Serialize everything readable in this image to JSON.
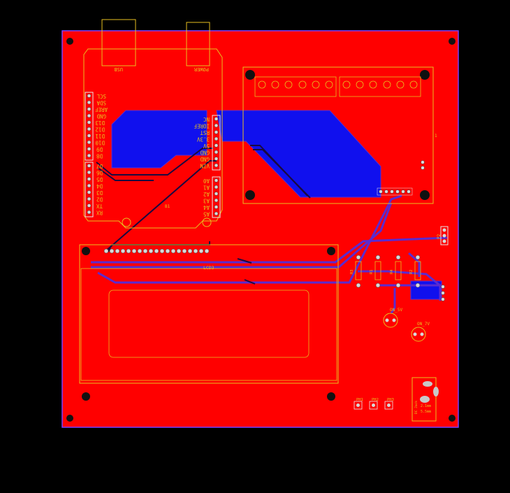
{
  "colors": {
    "background": "#000000",
    "board": "#ff0000",
    "board_outline": "#7a40ff",
    "bottom_copper": "#1010ee",
    "silkscreen": "#e8c020",
    "pad": "#d8d8d8",
    "trace_dark": "#0a0a20"
  },
  "arduino": {
    "designator": "B1",
    "usb_label": "USB",
    "power_label": "POWER",
    "pins_left_top": [
      "SCL",
      "SDA",
      "AREF",
      "GND",
      "D13",
      "D12",
      "D11",
      "D10",
      "D9",
      "D8"
    ],
    "pins_left_bottom": [
      "D7",
      "D6",
      "D5",
      "D4",
      "D3",
      "D2",
      "TX",
      "RX"
    ],
    "pins_right_top": [
      "NC",
      "IOREF",
      "RST",
      "3.3V",
      "5V",
      "GND",
      "GND",
      "VIN"
    ],
    "pins_right_bottom": [
      "A0",
      "A1",
      "A2",
      "A3",
      "A4",
      "A5"
    ]
  },
  "lcd": {
    "designator": "LCD3"
  },
  "resistors": [
    "R3",
    "R1",
    "R4",
    "R2"
  ],
  "leds": [
    "ON_5V",
    "ON_7V"
  ],
  "headers": [
    "P2"
  ],
  "pin_headers": [
    "PH1",
    "PH2",
    "PH3"
  ],
  "jack": {
    "line1": "2.1mm",
    "line2": "5.5mm",
    "ref": "DC Jack"
  },
  "relay_module": {
    "label": "1"
  }
}
